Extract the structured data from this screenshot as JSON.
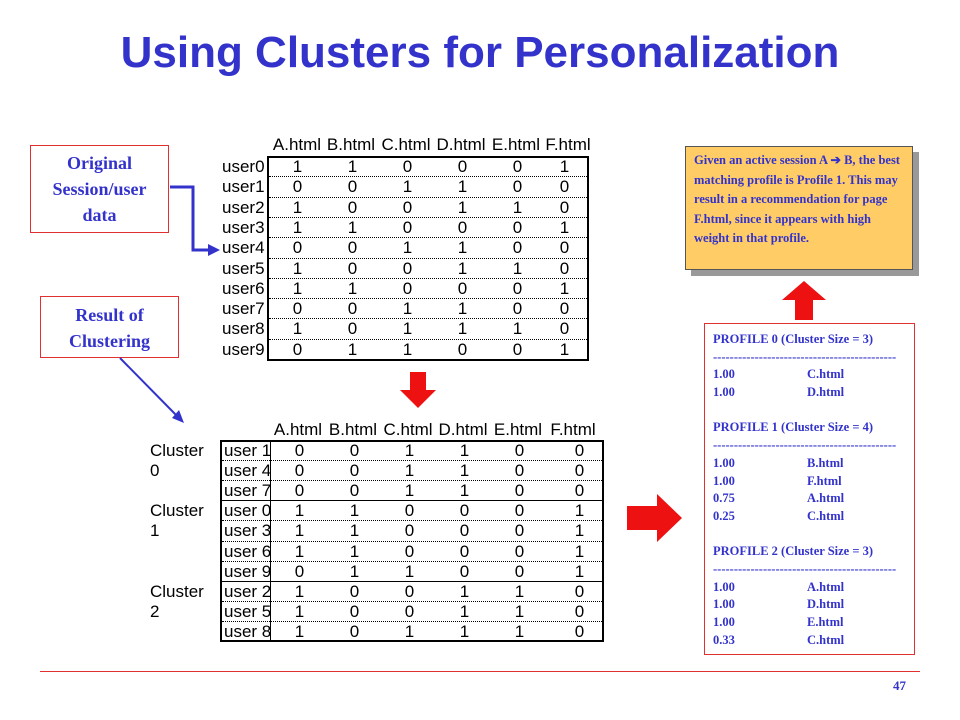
{
  "title": "Using Clusters for Personalization",
  "original_box": [
    "Original",
    "Session/user",
    "data"
  ],
  "result_box": [
    "Result of",
    "Clustering"
  ],
  "columns": [
    "A.html",
    "B.html",
    "C.html",
    "D.html",
    "E.html",
    "F.html"
  ],
  "original_rows": [
    {
      "user": "user0",
      "values": [
        "1",
        "1",
        "0",
        "0",
        "0",
        "1"
      ]
    },
    {
      "user": "user1",
      "values": [
        "0",
        "0",
        "1",
        "1",
        "0",
        "0"
      ]
    },
    {
      "user": "user2",
      "values": [
        "1",
        "0",
        "0",
        "1",
        "1",
        "0"
      ]
    },
    {
      "user": "user3",
      "values": [
        "1",
        "1",
        "0",
        "0",
        "0",
        "1"
      ]
    },
    {
      "user": "user4",
      "values": [
        "0",
        "0",
        "1",
        "1",
        "0",
        "0"
      ]
    },
    {
      "user": "user5",
      "values": [
        "1",
        "0",
        "0",
        "1",
        "1",
        "0"
      ]
    },
    {
      "user": "user6",
      "values": [
        "1",
        "1",
        "0",
        "0",
        "0",
        "1"
      ]
    },
    {
      "user": "user7",
      "values": [
        "0",
        "0",
        "1",
        "1",
        "0",
        "0"
      ]
    },
    {
      "user": "user8",
      "values": [
        "1",
        "0",
        "1",
        "1",
        "1",
        "0"
      ]
    },
    {
      "user": "user9",
      "values": [
        "0",
        "1",
        "1",
        "0",
        "0",
        "1"
      ]
    }
  ],
  "clusters": [
    {
      "label": "Cluster 0",
      "rows": [
        {
          "user": "user 1",
          "values": [
            "0",
            "0",
            "1",
            "1",
            "0",
            "0"
          ]
        },
        {
          "user": "user 4",
          "values": [
            "0",
            "0",
            "1",
            "1",
            "0",
            "0"
          ]
        },
        {
          "user": "user 7",
          "values": [
            "0",
            "0",
            "1",
            "1",
            "0",
            "0"
          ]
        }
      ]
    },
    {
      "label": "Cluster 1",
      "rows": [
        {
          "user": "user 0",
          "values": [
            "1",
            "1",
            "0",
            "0",
            "0",
            "1"
          ]
        },
        {
          "user": "user 3",
          "values": [
            "1",
            "1",
            "0",
            "0",
            "0",
            "1"
          ]
        },
        {
          "user": "user 6",
          "values": [
            "1",
            "1",
            "0",
            "0",
            "0",
            "1"
          ]
        },
        {
          "user": "user 9",
          "values": [
            "0",
            "1",
            "1",
            "0",
            "0",
            "1"
          ]
        }
      ]
    },
    {
      "label": "Cluster 2",
      "rows": [
        {
          "user": "user 2",
          "values": [
            "1",
            "0",
            "0",
            "1",
            "1",
            "0"
          ]
        },
        {
          "user": "user 5",
          "values": [
            "1",
            "0",
            "0",
            "1",
            "1",
            "0"
          ]
        },
        {
          "user": "user 8",
          "values": [
            "1",
            "0",
            "1",
            "1",
            "1",
            "0"
          ]
        }
      ]
    }
  ],
  "profiles": [
    {
      "header": "PROFILE 0 (Cluster Size = 3)",
      "items": [
        [
          "1.00",
          "C.html"
        ],
        [
          "1.00",
          "D.html"
        ]
      ]
    },
    {
      "header": "PROFILE 1 (Cluster Size = 4)",
      "items": [
        [
          "1.00",
          "B.html"
        ],
        [
          "1.00",
          "F.html"
        ],
        [
          "0.75",
          "A.html"
        ],
        [
          "0.25",
          "C.html"
        ]
      ]
    },
    {
      "header": "PROFILE 2 (Cluster Size = 3)",
      "items": [
        [
          "1.00",
          "A.html"
        ],
        [
          "1.00",
          "D.html"
        ],
        [
          "1.00",
          "E.html"
        ],
        [
          "0.33",
          "C.html"
        ]
      ]
    }
  ],
  "profile_separator": "--------------------------------------------",
  "note_text": "Given an active session A ➔ B, the best matching profile is Profile 1. This may result in a recommendation for page F.html, since it appears with high weight in that profile.",
  "page_number": "47",
  "colors": {
    "title": "#3333cc",
    "box_border": "#e03030",
    "arrow": "#ee1111",
    "connector": "#3333cc",
    "note_bg": "#ffcc66"
  }
}
